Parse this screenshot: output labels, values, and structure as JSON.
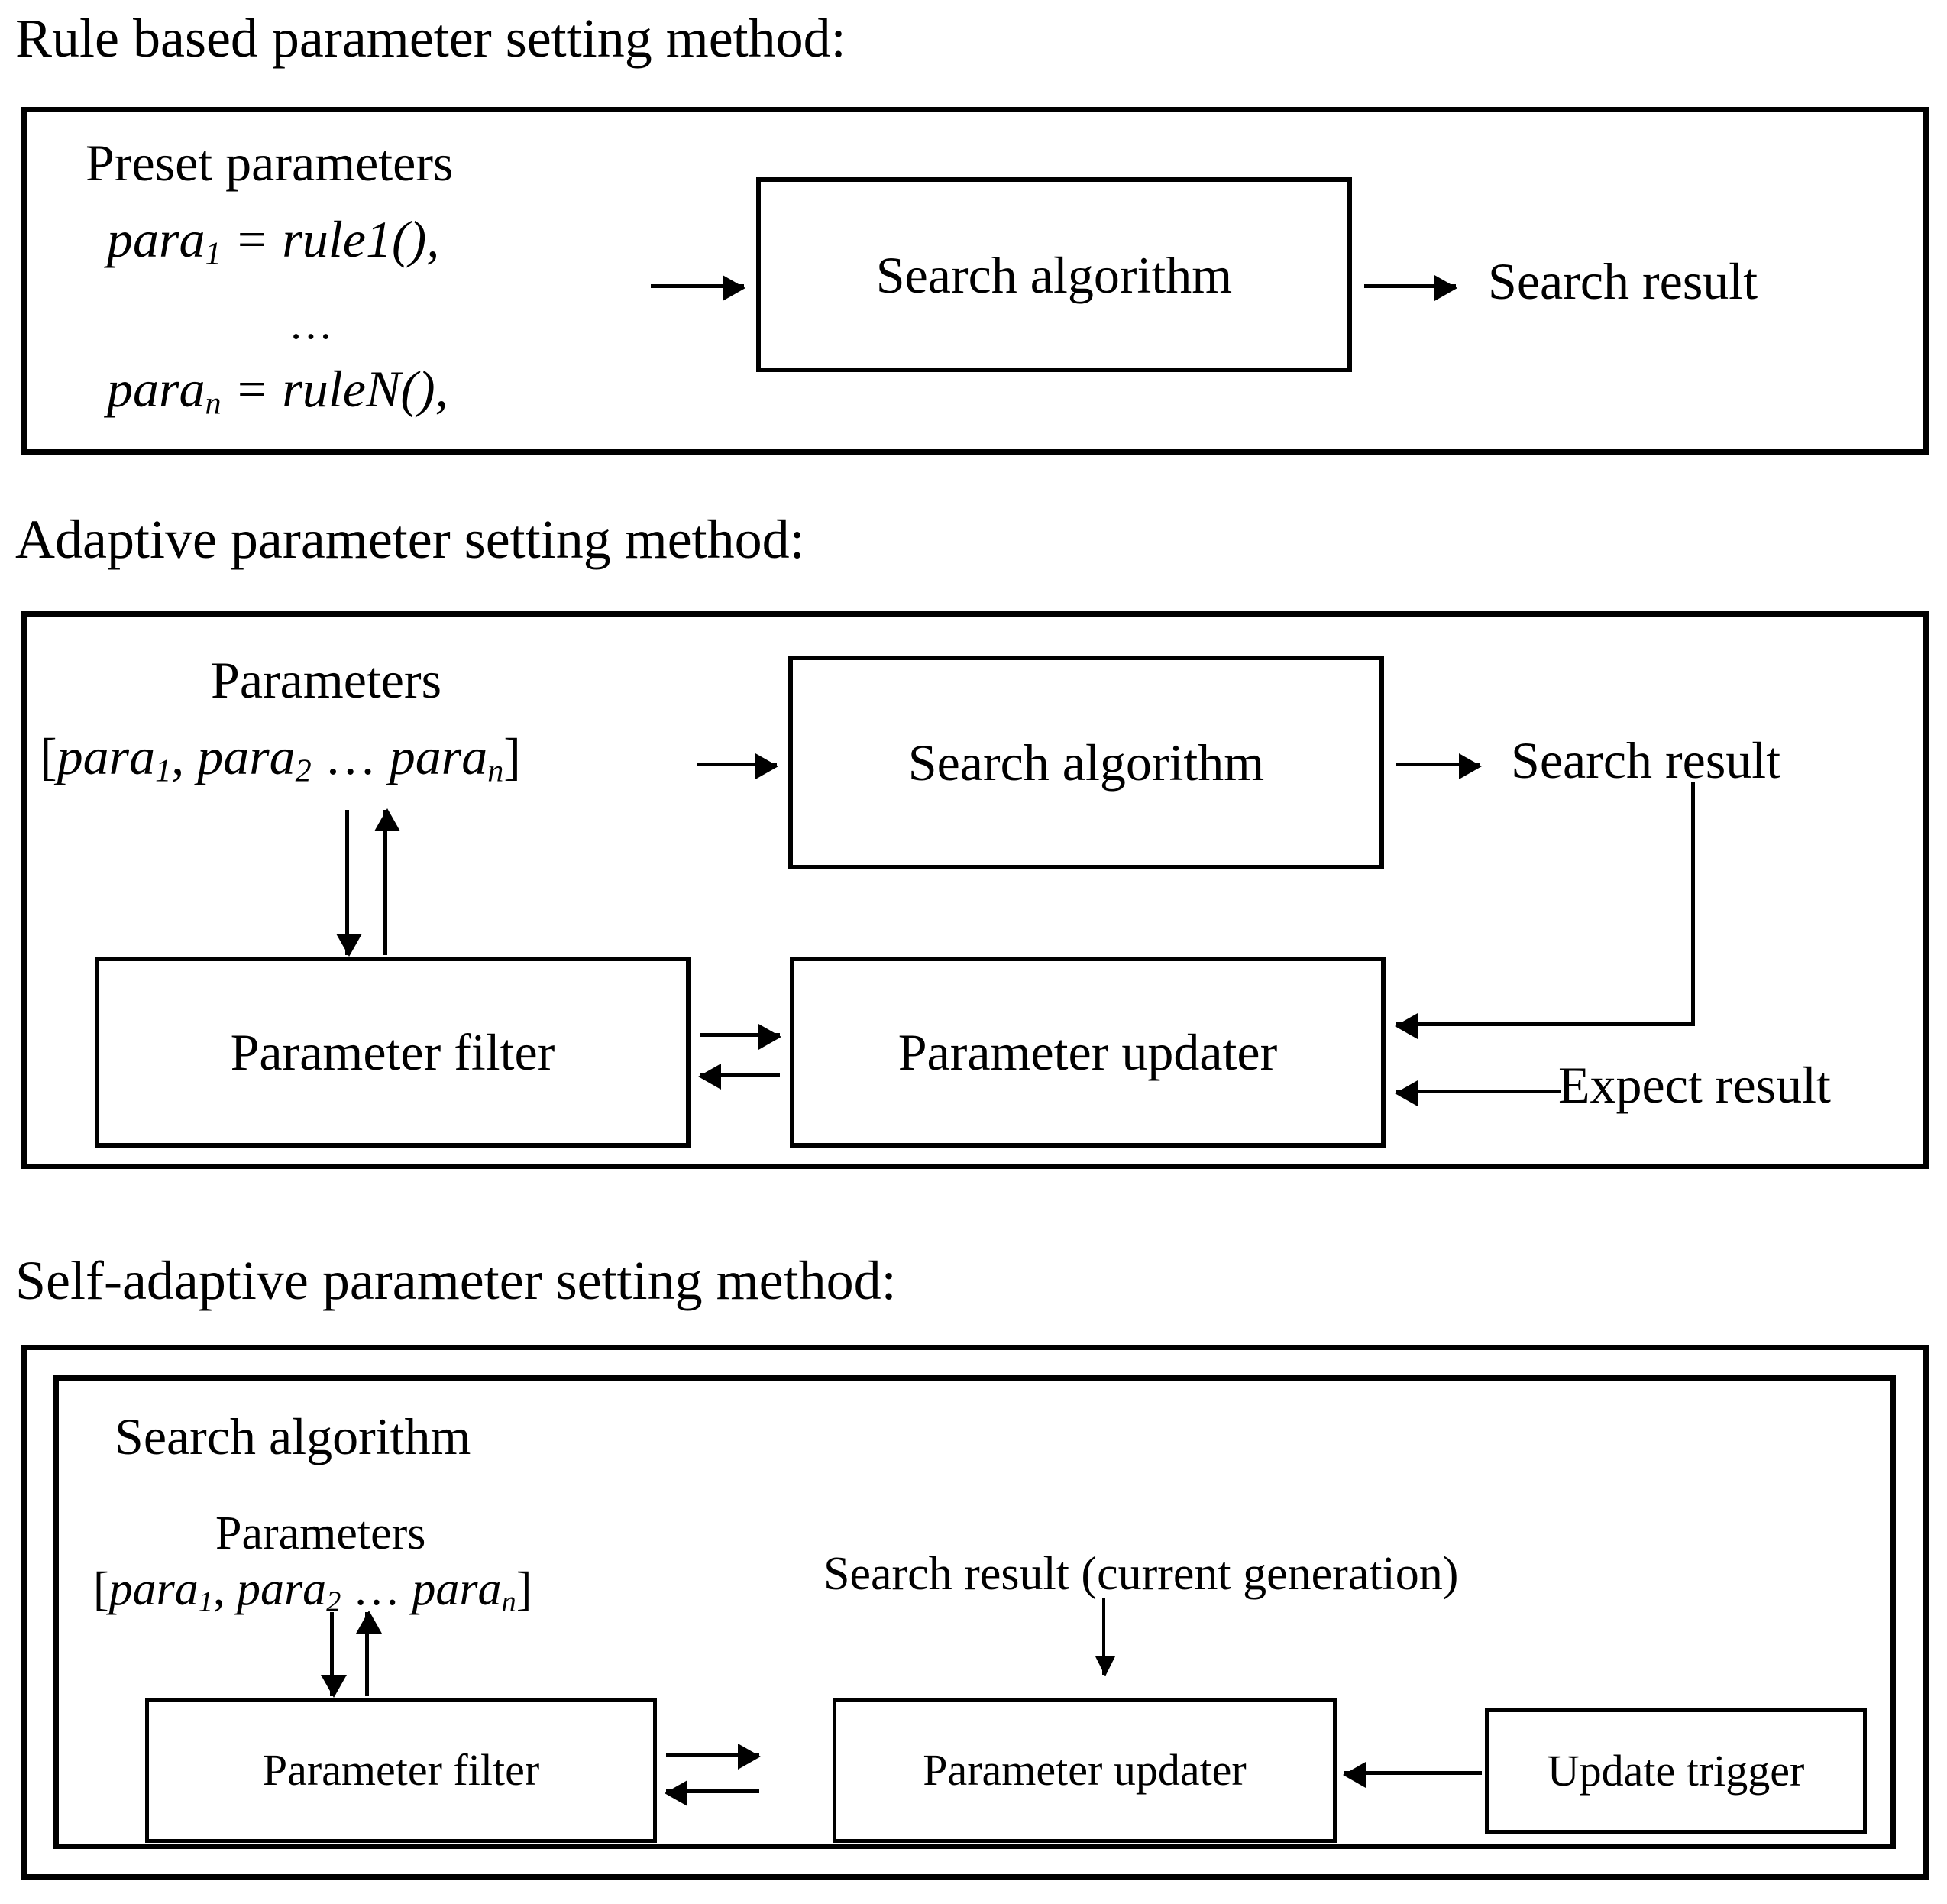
{
  "colors": {
    "line": "#000000",
    "background": "#ffffff"
  },
  "sections": [
    {
      "heading": "Rule based parameter setting method:",
      "labels": {
        "preset_parameters": "Preset parameters",
        "rule_first_prefix": "para",
        "rule_first_sub": "1",
        "rule_first_suffix": " = rule1(),",
        "ellipsis": "…",
        "rule_last_prefix": "para",
        "rule_last_sub": "n",
        "rule_last_suffix": " = ruleN(),",
        "search_algorithm": "Search algorithm",
        "search_result": "Search result"
      }
    },
    {
      "heading": "Adaptive parameter setting method:",
      "labels": {
        "parameters": "Parameters",
        "param_list_open": "[",
        "param_1": "para",
        "param_1_sub": "1",
        "param_sep_1": ", ",
        "param_2": "para",
        "param_2_sub": "2",
        "param_sep_2": " … ",
        "param_n": "para",
        "param_n_sub": "n",
        "param_list_close": "]",
        "search_algorithm": "Search algorithm",
        "search_result": "Search result",
        "parameter_filter": "Parameter filter",
        "parameter_updater": "Parameter updater",
        "expect_result": "Expect result"
      }
    },
    {
      "heading": "Self-adaptive parameter setting method:",
      "labels": {
        "search_algorithm": "Search algorithm",
        "parameters": "Parameters",
        "param_list_open": "[",
        "param_1": "para",
        "param_1_sub": "1",
        "param_sep_1": ", ",
        "param_2": "para",
        "param_2_sub": "2",
        "param_sep_2": " … ",
        "param_n": "para",
        "param_n_sub": "n",
        "param_list_close": "]",
        "search_result_current": "Search result (current generation)",
        "parameter_filter": "Parameter filter",
        "parameter_updater": "Parameter updater",
        "update_trigger": "Update trigger"
      }
    }
  ]
}
